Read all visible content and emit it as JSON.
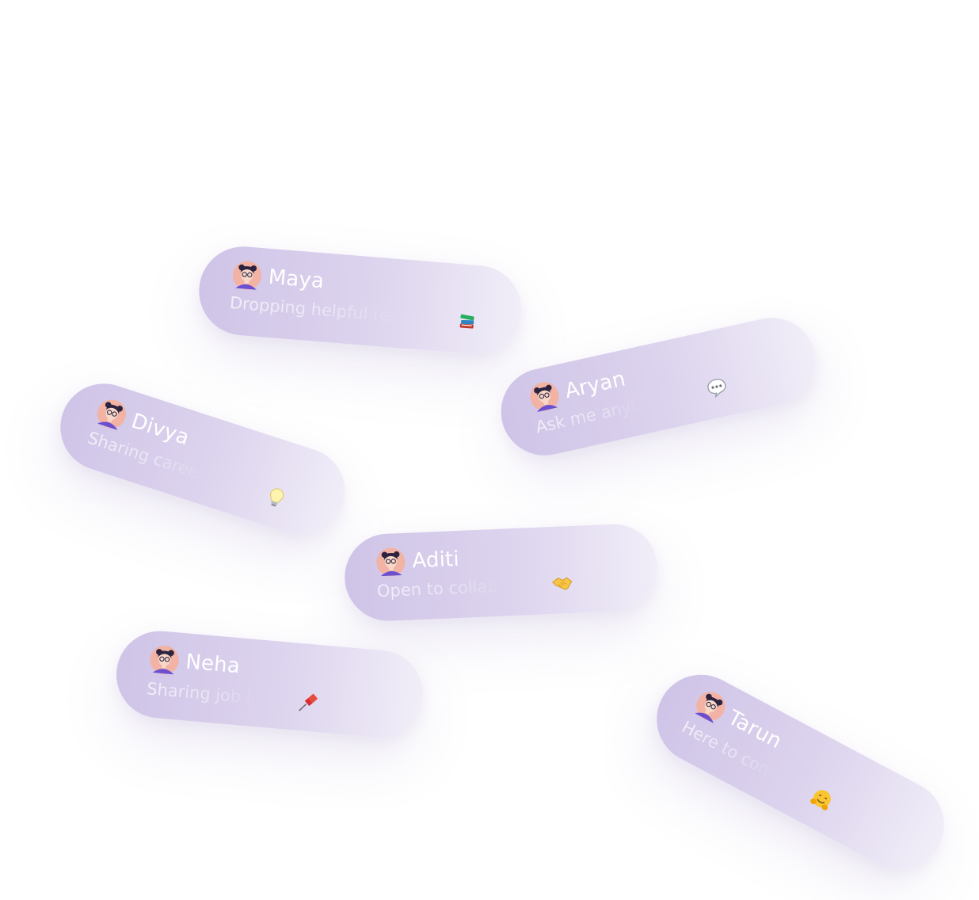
{
  "cards": [
    {
      "name": "Maya",
      "message": "Dropping helpful resources",
      "emoji": "books"
    },
    {
      "name": "Aryan",
      "message": "Ask me anything",
      "emoji": "speech-balloon"
    },
    {
      "name": "Divya",
      "message": "Sharing career tips",
      "emoji": "light-bulb"
    },
    {
      "name": "Aditi",
      "message": "Open to collaborate",
      "emoji": "handshake"
    },
    {
      "name": "Neha",
      "message": "Sharing job leads",
      "emoji": "pushpin"
    },
    {
      "name": "Tarun",
      "message": "Here to connect",
      "emoji": "hugging-face"
    }
  ],
  "colors": {
    "card_start": "#cfc4e7",
    "card_end": "#f1eef8",
    "name_text": "#ffffff",
    "avatar_skin": "#f2b3a4",
    "avatar_shirt": "#6a4fd0"
  }
}
